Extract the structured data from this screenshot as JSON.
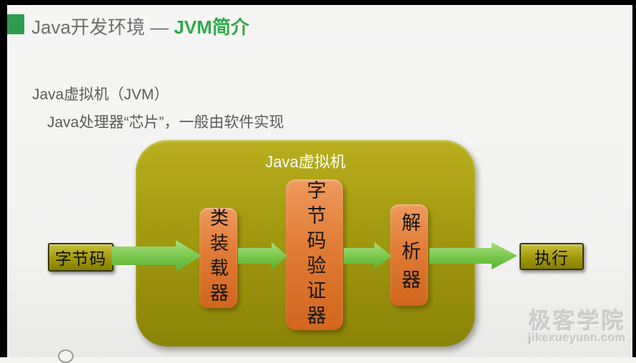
{
  "slide": {
    "title_prefix": "Java开发环境 — ",
    "title_highlight": "JVM简介",
    "body_lines": [
      "Java虚拟机（JVM）",
      "Java处理器“芯片”，一般由软件实现"
    ]
  },
  "diagram": {
    "container_label": "Java虚拟机",
    "input_label": "字节码",
    "stages": [
      {
        "label": "类装载器"
      },
      {
        "label": "字节码验证器"
      },
      {
        "label": "解析器"
      }
    ],
    "output_label": "执行"
  },
  "watermark": {
    "brand": "极客学院",
    "domain": "jikexueyuan.com"
  },
  "colors": {
    "accent_green": "#2fab49",
    "title_gray": "#6e6e6e",
    "container_olive": "#9d9610",
    "stage_orange": "#e07b35",
    "arrow_green": "#7cc850",
    "io_box_olive": "#a89f12"
  }
}
